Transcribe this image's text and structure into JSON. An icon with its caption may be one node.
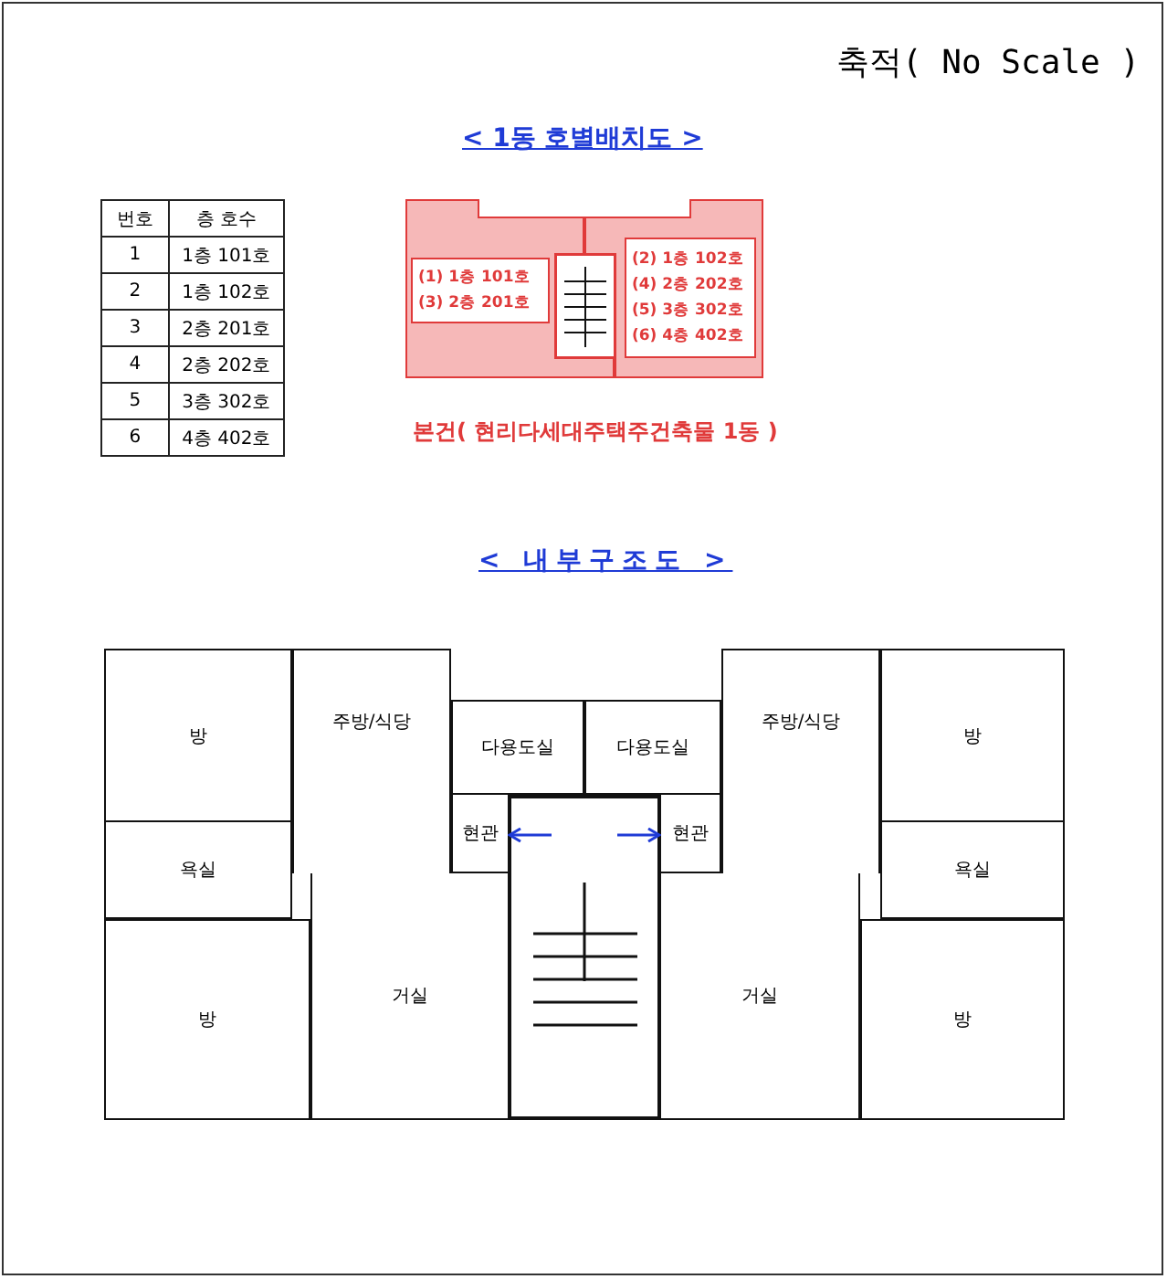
{
  "diagram": {
    "nodes": [
      {
        "text": [],
        "shape": "box"
      },
      {
        "text": [
          "(1) 1층 101호",
          "(3) 2층 201호"
        ],
        "in": 0
      },
      {
        "text": [],
        "shape": "box"
      },
      {
        "text": [],
        "shape": "box"
      },
      {
        "text": [
          "(2) 1층 102호",
          "(4) 2층 202호",
          "(5) 3층 302호",
          "(6) 4층 402호"
        ],
        "in": 3
      },
      {
        "text": [
          "방"
        ]
      },
      {
        "text": [
          "주방/식당"
        ]
      },
      {
        "text": [
          "다용도실"
        ]
      },
      {
        "text": [
          "다용도실"
        ]
      },
      {
        "text": [
          "주방/식당"
        ]
      },
      {
        "text": [
          "방"
        ]
      },
      {
        "text": [
          "현관"
        ]
      },
      {
        "text": [
          "현관"
        ]
      },
      {
        "text": [
          "욕실"
        ]
      },
      {
        "text": [
          "욕실"
        ]
      },
      {
        "text": [],
        "shape": "box"
      },
      {
        "text": [
          "방"
        ]
      },
      {
        "text": [
          "거실"
        ]
      },
      {
        "text": [
          "거실"
        ]
      },
      {
        "text": [
          "방"
        ]
      }
    ],
    "edges": [
      {
        "from": 15,
        "to": 11,
        "arrow": "to"
      },
      {
        "from": 15,
        "to": 12,
        "arrow": "to"
      }
    ],
    "labels": [
      "축적( No Scale )",
      "< 1동 호별배치도 >",
      "번호",
      "층 호수",
      "1",
      "1층 101호",
      "2",
      "1층 102호",
      "3",
      "2층 201호",
      "4",
      "2층 202호",
      "5",
      "3층 302호",
      "6",
      "4층 402호",
      "본건( 현리다세대주택주건축물 1동 )",
      "< 내부구조도 >"
    ]
  }
}
